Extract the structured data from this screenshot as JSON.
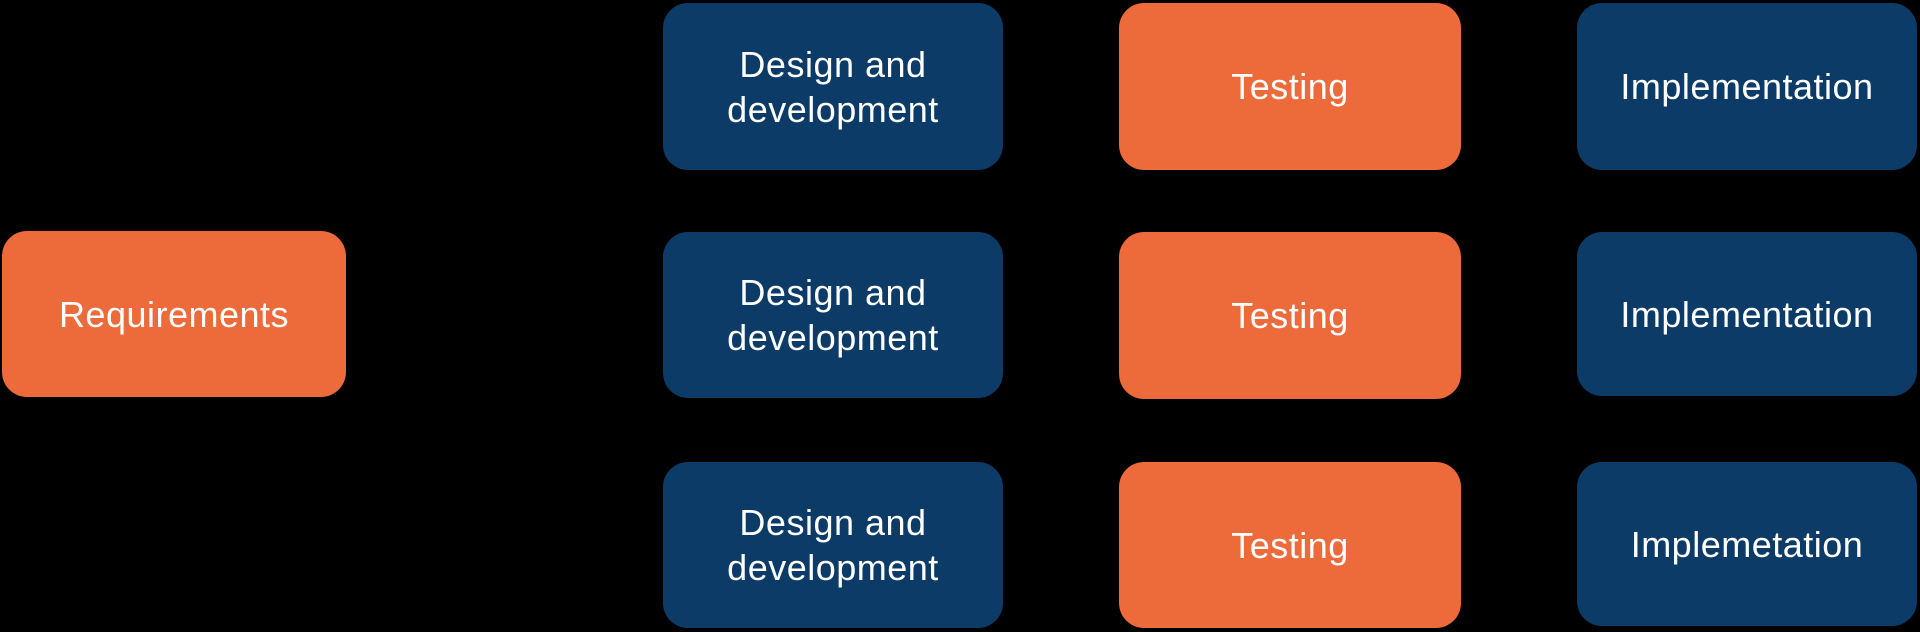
{
  "colors": {
    "background": "#000000",
    "orange": "#ED6A3B",
    "blue": "#0D3B67",
    "text": "#FFFFFF"
  },
  "diagram": {
    "requirements": "Requirements",
    "rows": [
      {
        "design": "Design and\ndevelopment",
        "testing": "Testing",
        "implementation": "Implementation"
      },
      {
        "design": "Design and\ndevelopment",
        "testing": "Testing",
        "implementation": "Implementation"
      },
      {
        "design": "Design and\ndevelopment",
        "testing": "Testing",
        "implementation": "Implemetation"
      }
    ]
  }
}
